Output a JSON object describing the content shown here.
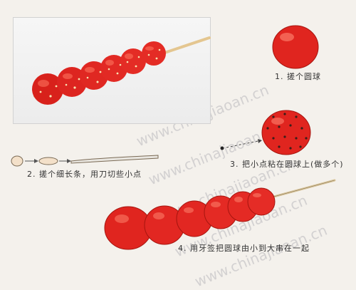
{
  "steps": [
    {
      "label": "1. 搓个圆球"
    },
    {
      "label": "2. 搓个细长条，用刀切些小点"
    },
    {
      "label": "3. 把小点粘在圆球上(做多个)"
    },
    {
      "label": "4. 用牙签把圆球由小到大串在一起"
    }
  ],
  "watermark": "www.chinajiaoan.cn",
  "colors": {
    "haw_red": "#e0251f",
    "haw_dark": "#b51612",
    "haw_highlight": "#ff7a63",
    "stick": "#e8c98f",
    "photo_bg": "#f3f3f3"
  }
}
